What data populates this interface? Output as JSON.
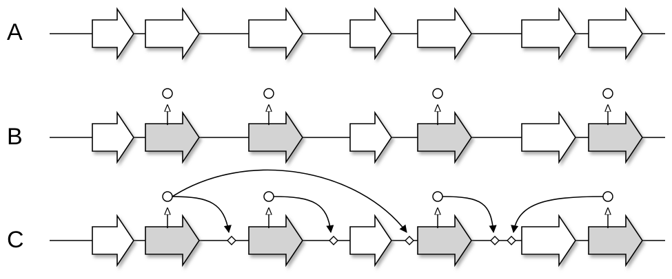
{
  "rows": [
    {
      "label": "A",
      "genes": [
        "open",
        "open",
        "open",
        "open",
        "open",
        "open",
        "open"
      ],
      "markers": []
    },
    {
      "label": "B",
      "genes": [
        "open",
        "shaded",
        "shaded",
        "open",
        "shaded",
        "open",
        "shaded"
      ],
      "markers": [
        1,
        2,
        4,
        6
      ]
    },
    {
      "label": "C",
      "genes": [
        "open",
        "shaded",
        "shaded",
        "open",
        "shaded",
        "open",
        "shaded"
      ],
      "markers": [
        1,
        2,
        4,
        6
      ],
      "sites": [
        1,
        2,
        3,
        4,
        5
      ]
    }
  ],
  "colors": {
    "stroke": "#000000",
    "open_fill": "#ffffff",
    "shaded_fill": "#d3d3d3",
    "shadow": "#888888"
  }
}
